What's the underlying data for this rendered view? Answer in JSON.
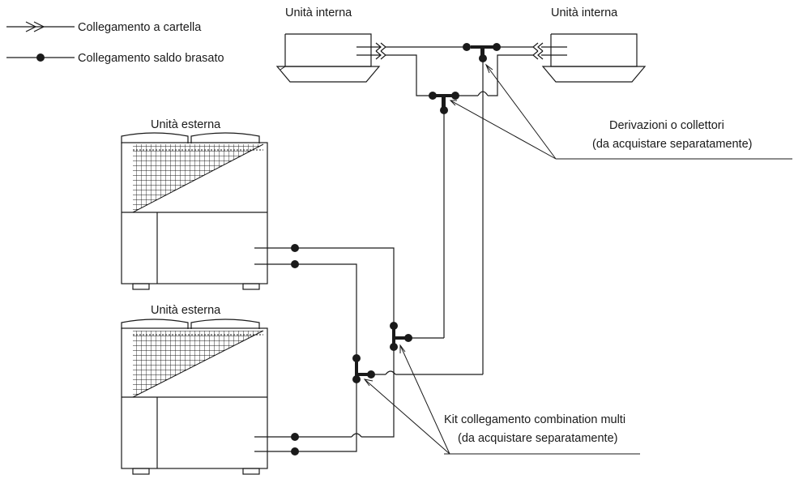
{
  "legend": {
    "flare_connection": "Collegamento a cartella",
    "brazed_connection": "Collegamento saldo brasato"
  },
  "labels": {
    "indoor_unit_left": "Unità interna",
    "indoor_unit_right": "Unità interna",
    "outdoor_unit_top": "Unità esterna",
    "outdoor_unit_bottom": "Unità esterna",
    "branch_note_line1": "Derivazioni o collettori",
    "branch_note_line2": "(da acquistare separatamente)",
    "kit_note_line1": "Kit collegamento combination multi",
    "kit_note_line2": "(da acquistare separatamente)"
  },
  "icons": {
    "flare_symbol": "double-chevron-arrow-icon",
    "brazed_symbol": "filled-circle-joint-icon"
  },
  "colors": {
    "line": "#1a1a1a",
    "background": "#ffffff"
  }
}
